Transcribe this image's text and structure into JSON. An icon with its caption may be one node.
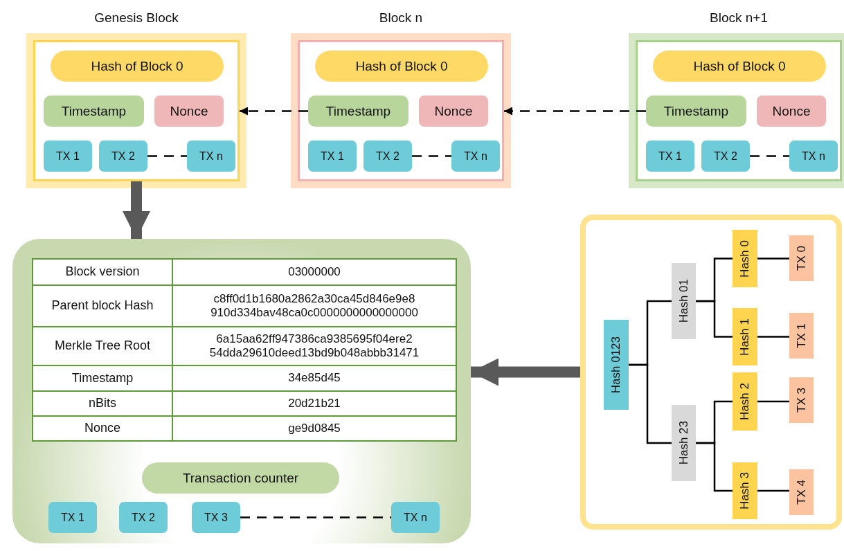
{
  "diagram": {
    "nodes": [
      {
        "text": [
          "Genesis Block"
        ]
      },
      {
        "text": [
          "Hash of Block 0"
        ],
        "in": 0
      },
      {
        "text": [
          "Timestamp"
        ],
        "in": 0
      },
      {
        "text": [
          "Nonce"
        ],
        "in": 0
      },
      {
        "text": [
          "TX 1"
        ],
        "in": 0
      },
      {
        "text": [
          "TX 2"
        ],
        "in": 0
      },
      {
        "text": [
          "TX n"
        ],
        "in": 0
      },
      {
        "text": [
          "Block n"
        ]
      },
      {
        "text": [
          "Hash of Block 0"
        ],
        "in": 7
      },
      {
        "text": [
          "Timestamp"
        ],
        "in": 7
      },
      {
        "text": [
          "Nonce"
        ],
        "in": 7
      },
      {
        "text": [
          "TX 1"
        ],
        "in": 7
      },
      {
        "text": [
          "TX 2"
        ],
        "in": 7
      },
      {
        "text": [
          "TX n"
        ],
        "in": 7
      },
      {
        "text": [
          "Block n+1"
        ]
      },
      {
        "text": [
          "Hash of Block 0"
        ],
        "in": 14
      },
      {
        "text": [
          "Timestamp"
        ],
        "in": 14
      },
      {
        "text": [
          "Nonce"
        ],
        "in": 14
      },
      {
        "text": [
          "TX 1"
        ],
        "in": 14
      },
      {
        "text": [
          "TX 2"
        ],
        "in": 14
      },
      {
        "text": [
          "TX n"
        ],
        "in": 14
      },
      {
        "text": [],
        "shape": "box"
      },
      {
        "text": [
          "Transaction counter"
        ],
        "in": 21
      },
      {
        "text": [
          "TX 1"
        ],
        "in": 21
      },
      {
        "text": [
          "TX 2"
        ],
        "in": 21
      },
      {
        "text": [
          "TX 3"
        ],
        "in": 21
      },
      {
        "text": [
          "TX n"
        ],
        "in": 21
      },
      {
        "text": [],
        "shape": "box"
      },
      {
        "text": [
          "Hash 0123"
        ],
        "in": 27
      },
      {
        "text": [
          "Hash 01"
        ],
        "in": 27
      },
      {
        "text": [
          "Hash 23"
        ],
        "in": 27
      },
      {
        "text": [
          "Hash 0"
        ],
        "in": 27
      },
      {
        "text": [
          "Hash 1"
        ],
        "in": 27
      },
      {
        "text": [
          "Hash 2"
        ],
        "in": 27
      },
      {
        "text": [
          "Hash 3"
        ],
        "in": 27
      },
      {
        "text": [
          "TX 0"
        ],
        "in": 27
      },
      {
        "text": [
          "TX 1"
        ],
        "in": 27
      },
      {
        "text": [
          "TX 3"
        ],
        "in": 27
      },
      {
        "text": [
          "TX 4"
        ],
        "in": 27
      }
    ],
    "edges": [
      {
        "from": 9,
        "to": 0,
        "arrow": "to",
        "style": "dashed"
      },
      {
        "from": 16,
        "to": 7,
        "arrow": "to",
        "style": "dashed"
      },
      {
        "from": 5,
        "to": 6,
        "arrow": "none",
        "style": "dashed"
      },
      {
        "from": 12,
        "to": 13,
        "arrow": "none",
        "style": "dashed"
      },
      {
        "from": 19,
        "to": 20,
        "arrow": "none",
        "style": "dashed"
      },
      {
        "from": 25,
        "to": 26,
        "arrow": "none",
        "style": "dashed"
      },
      {
        "from": 0,
        "to": 21,
        "arrow": "to",
        "style": "thick",
        "color": "#595959"
      },
      {
        "from": 27,
        "to": 21,
        "arrow": "to",
        "style": "thick",
        "color": "#595959"
      },
      {
        "from": 28,
        "to": 29,
        "arrow": "none"
      },
      {
        "from": 28,
        "to": 30,
        "arrow": "none"
      },
      {
        "from": 29,
        "to": 31,
        "arrow": "none"
      },
      {
        "from": 29,
        "to": 32,
        "arrow": "none"
      },
      {
        "from": 30,
        "to": 33,
        "arrow": "none"
      },
      {
        "from": 30,
        "to": 34,
        "arrow": "none"
      },
      {
        "from": 31,
        "to": 35,
        "arrow": "none"
      },
      {
        "from": 32,
        "to": 36,
        "arrow": "none"
      },
      {
        "from": 33,
        "to": 37,
        "arrow": "none"
      },
      {
        "from": 34,
        "to": 38,
        "arrow": "none"
      }
    ],
    "labels": [
      "Block version",
      "03000000",
      "Parent block Hash",
      "c8ff0d1b1680a2862a30ca45d846e9e8 910d334bav48ca0c0000000000000000",
      "Merkle Tree Root",
      "6a15aa62ff947386ca9385695f04ere2 54dda29610deed13bd9b048abbb31471",
      "Timestamp",
      "34e85d45",
      "nBits",
      "20d21b21",
      "Nonce",
      "ge9d0845"
    ]
  }
}
